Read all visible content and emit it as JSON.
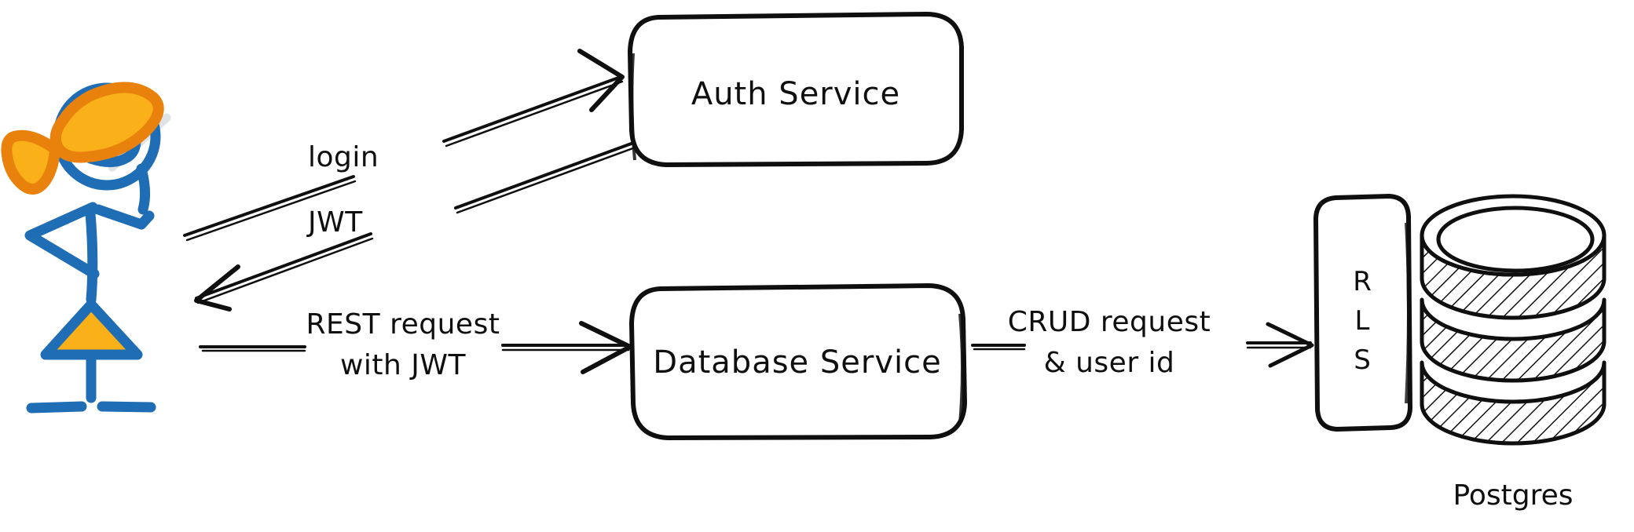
{
  "diagram": {
    "title": "Auth and RLS architecture flow",
    "background_color": "#ffffff",
    "stroke_color": "#0f0f0f",
    "actor": {
      "name": "user-stick-figure",
      "colors": {
        "body": "#1f6eb5",
        "accent_fill": "#fab018",
        "accent_outline": "#e8820c",
        "visor": "#dfe3e6"
      }
    },
    "nodes": [
      {
        "id": "auth-service",
        "label": "Auth Service",
        "shape": "rounded-rect"
      },
      {
        "id": "database-service",
        "label": "Database Service",
        "shape": "rounded-rect"
      },
      {
        "id": "rls",
        "label": "RLS",
        "letters": [
          "R",
          "L",
          "S"
        ],
        "shape": "tall-rounded-rect"
      },
      {
        "id": "postgres",
        "label": "Postgres",
        "shape": "database-cylinder"
      }
    ],
    "edges": [
      {
        "id": "edge-login",
        "label": "login",
        "from": "user",
        "to": "auth-service",
        "direction": "right"
      },
      {
        "id": "edge-jwt",
        "label": "JWT",
        "from": "auth-service",
        "to": "user",
        "direction": "left"
      },
      {
        "id": "edge-rest",
        "label_line1": "REST request",
        "label_line2": "with JWT",
        "from": "user",
        "to": "database-service",
        "direction": "right"
      },
      {
        "id": "edge-crud",
        "label_line1": "CRUD request",
        "label_line2": "& user id",
        "from": "database-service",
        "to": "rls",
        "direction": "right"
      }
    ]
  }
}
